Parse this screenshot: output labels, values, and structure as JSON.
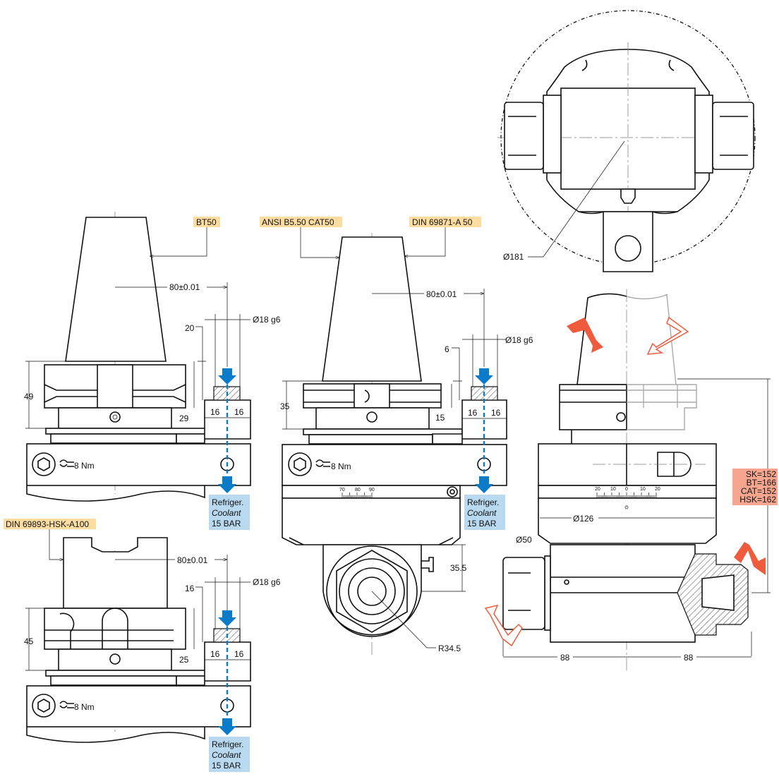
{
  "labels": {
    "bt50": "BT50",
    "cat50": "ANSI B5.50 CAT50",
    "din69871": "DIN 69871-A 50",
    "hsk": "DIN 69893-HSK-A100"
  },
  "dims": {
    "center_distance": "80±0.01",
    "bore": "Ø18 g6",
    "bt_20": "20",
    "bt_49": "49",
    "bt_29": "29",
    "half_width": "16",
    "cat_6": "6",
    "cat_35": "35",
    "cat_15": "15",
    "hsk_16": "16",
    "hsk_45": "45",
    "hsk_25": "25",
    "torque": "8 Nm",
    "offset_35_5": "35.5",
    "radius": "R34.5",
    "swing_diameter": "Ø181",
    "body_diameter": "Ø126",
    "collet_diameter": "Ø50",
    "reach": "88"
  },
  "coolant": {
    "line1": "Refriger.",
    "line2": "Coolant",
    "line3": "15 BAR"
  },
  "scales": {
    "angle_ticks": [
      "70",
      "80",
      "90"
    ],
    "offset_ticks": [
      "20",
      "10",
      "0",
      "10",
      "20"
    ]
  },
  "lengths": [
    "SK=152",
    "BT=166",
    "CAT=152",
    "HSK=162"
  ],
  "colors": {
    "label_orange": "#fddca0",
    "coolant_blue": "#b9d9f0",
    "coolant_arrow": "#0a7bc8",
    "rotation_red": "#ef5b3d",
    "length_box": "#f6a58f"
  }
}
